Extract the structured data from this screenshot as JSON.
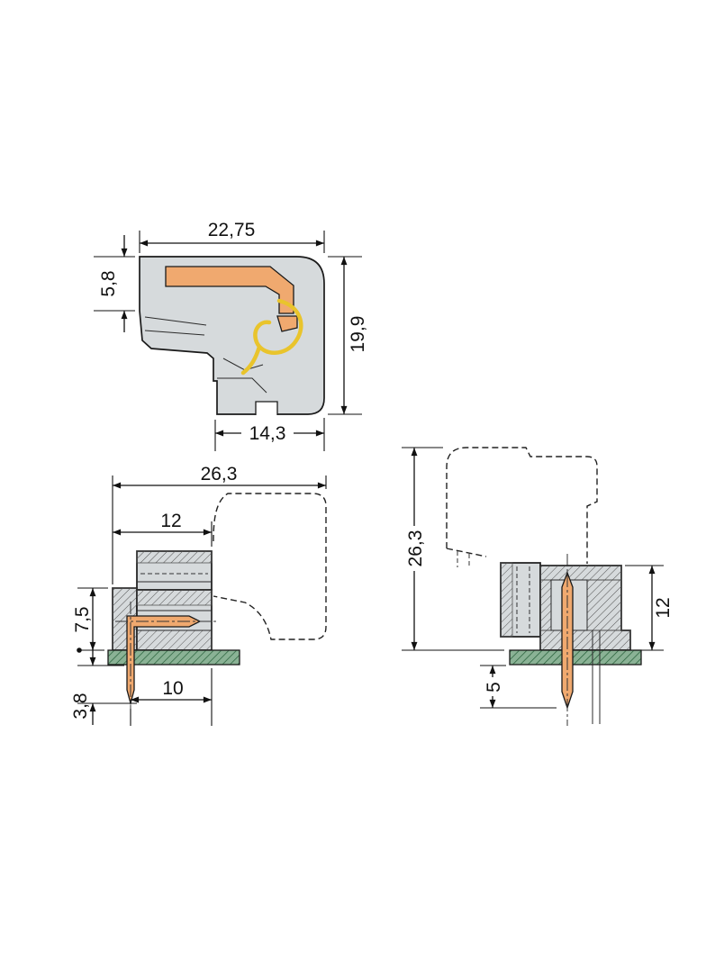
{
  "colors": {
    "outline": "#1a1a1a",
    "body_gray": "#d6dadc",
    "contact_orange": "#f0a96f",
    "spring_yellow": "#e9c42c",
    "pcb_green": "#8ab295",
    "dim_line": "#111111"
  },
  "views": {
    "side_section": {
      "dims": {
        "overall_width": "22,75",
        "upper_height": "5,8",
        "overall_height": "19,9",
        "lower_width": "14,3"
      }
    },
    "front_mounted": {
      "dims": {
        "overall_width": "26,3",
        "header_width": "12",
        "height_above_board": "7,5",
        "pin_below_board": "3,8",
        "pin_to_edge": "10"
      }
    },
    "side_mounted": {
      "dims": {
        "overall_height": "26,3",
        "header_height": "12",
        "pin_below_board": "5"
      }
    }
  }
}
